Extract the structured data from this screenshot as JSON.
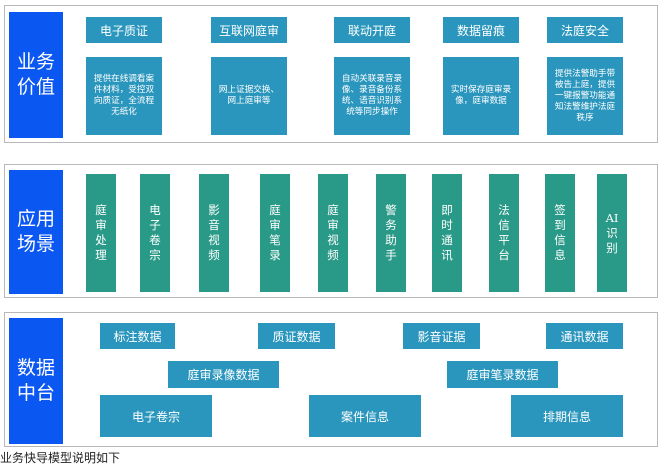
{
  "business": {
    "label": "业务\n价值",
    "items": [
      {
        "title": "电子质证",
        "desc": "提供在线调看案件材料，受控双向质证，全流程无纸化"
      },
      {
        "title": "互联网庭审",
        "desc": "网上证据交换、网上庭审等"
      },
      {
        "title": "联动开庭",
        "desc": "自动关联录音录像、录音备份系统、语音识别系统等同步操作"
      },
      {
        "title": "数据留痕",
        "desc": "实时保存庭审录像，庭审数据"
      },
      {
        "title": "法庭安全",
        "desc": "提供法警助手带被告上庭，提供一键报警功能通知法警维护法庭秩序"
      }
    ]
  },
  "scenarios": {
    "label": "应用\n场景",
    "items": [
      "庭审处理",
      "电子卷宗",
      "影音视频",
      "庭审笔录",
      "庭审视频",
      "警务助手",
      "即时通讯",
      "法信平台",
      "签到信息",
      "AI识别"
    ]
  },
  "data_platform": {
    "label": "数据\n中台",
    "items": [
      "标注数据",
      "质证数据",
      "影音证据",
      "通讯数据",
      "庭审录像数据",
      "庭审笔录数据",
      "电子卷宗",
      "案件信息",
      "排期信息"
    ]
  },
  "caption": "业务快导模型说明如下"
}
